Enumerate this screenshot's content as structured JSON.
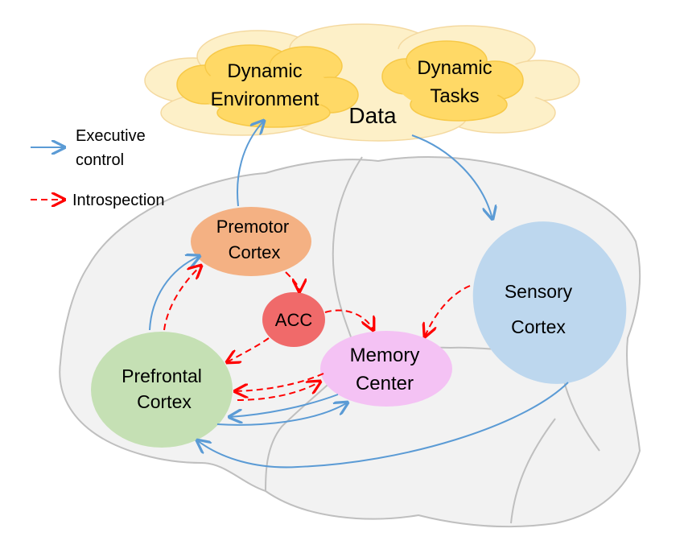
{
  "legend": {
    "executive_label_line1": "Executive",
    "executive_label_line2": "control",
    "introspection_label": "Introspection"
  },
  "cloud": {
    "data_label": "Data",
    "environment_line1": "Dynamic",
    "environment_line2": "Environment",
    "tasks_line1": "Dynamic",
    "tasks_line2": "Tasks"
  },
  "regions": {
    "premotor_line1": "Premotor",
    "premotor_line2": "Cortex",
    "acc": "ACC",
    "prefrontal_line1": "Prefrontal",
    "prefrontal_line2": "Cortex",
    "memory_line1": "Memory",
    "memory_line2": "Center",
    "sensory_line1": "Sensory",
    "sensory_line2": "Cortex"
  },
  "colors": {
    "executive_arrow": "#5b9bd5",
    "introspection_arrow": "#ff0000",
    "cloud_outer": "#fdf0c8",
    "cloud_inner": "#ffd966",
    "premotor": "#f4b183",
    "acc": "#f06a6a",
    "prefrontal": "#c5e0b4",
    "memory": "#f4c2f4",
    "sensory": "#bdd7ee",
    "brain_fill": "#f2f2f2",
    "brain_stroke": "#bfbfbf"
  }
}
